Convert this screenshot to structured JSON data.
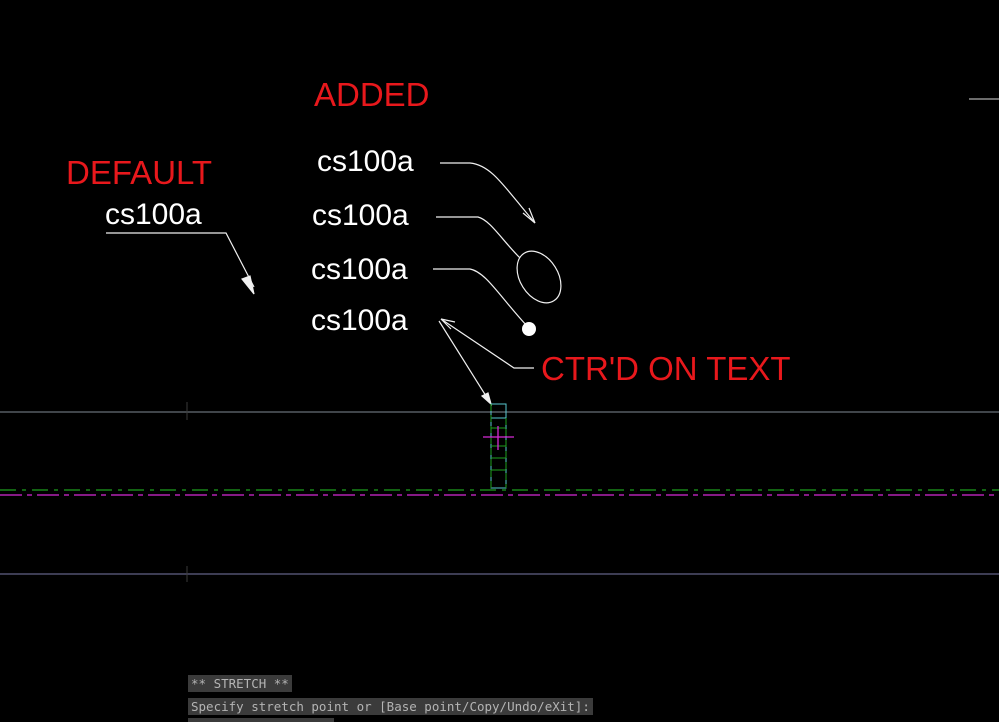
{
  "drawing": {
    "labels": {
      "default_title": "DEFAULT",
      "added_title": "ADDED",
      "centered_note": "CTR'D ON TEXT",
      "tag": "cs100a"
    },
    "colors": {
      "background": "#000000",
      "annotation_red": "#e8181c",
      "text_white": "#ffffff",
      "leader_white": "#f0f0f0",
      "gridline_gray": "#7f8a94",
      "cyan": "#58c8d0",
      "green": "#1ea01e",
      "magenta": "#d62ad6"
    }
  },
  "command_line": {
    "history": "** STRETCH **",
    "prompt": "Specify stretch point or [Base point/Copy/Undo/eXit]:"
  }
}
